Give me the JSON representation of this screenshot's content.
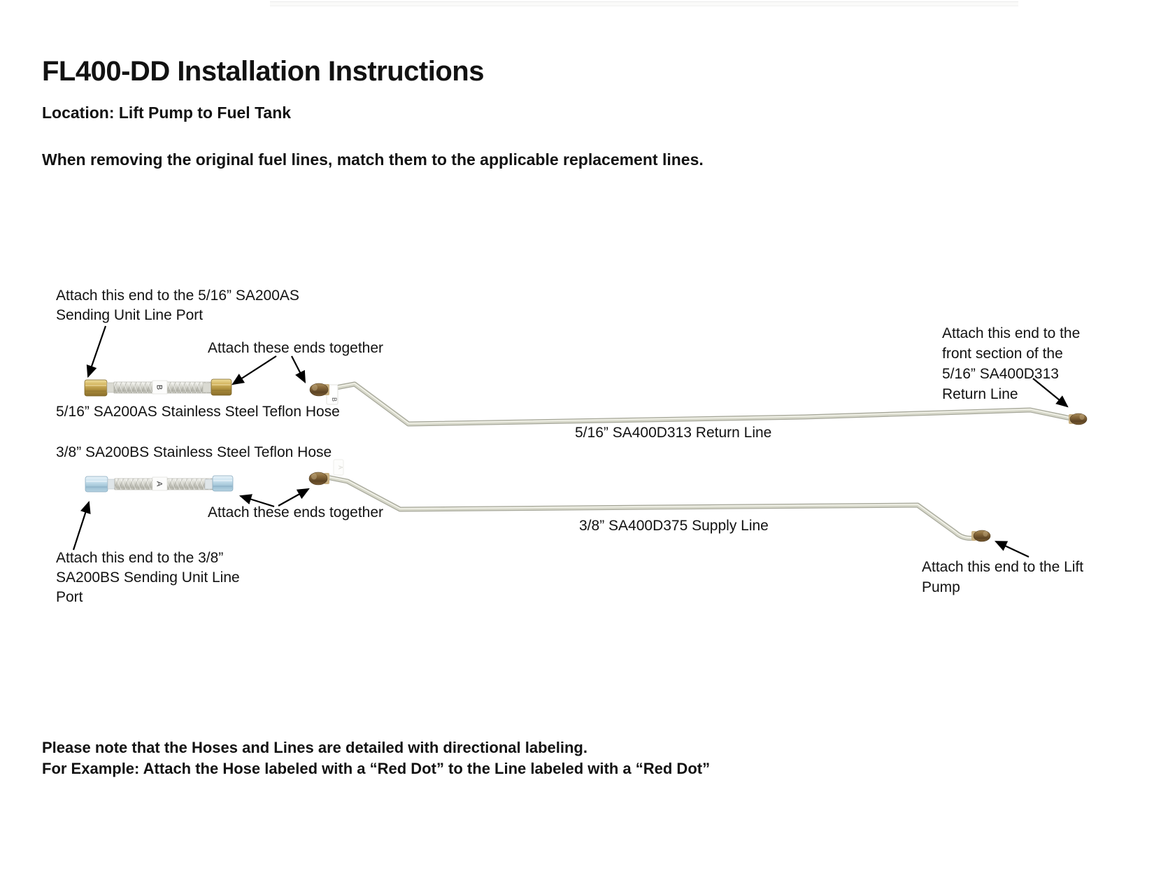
{
  "page": {
    "title": "FL400-DD Installation Instructions",
    "location_line": "Location: Lift Pump to Fuel Tank",
    "intro_line": "When removing the original fuel lines, match them to the applicable replacement lines.",
    "footer_note_1": "Please note that the Hoses and Lines are detailed with directional labeling.",
    "footer_note_2": "For Example: Attach the Hose labeled with a “Red Dot” to the Line labeled with a “Red Dot”"
  },
  "diagram": {
    "hose_b_label": "5/16” SA200AS Stainless Steel Teflon Hose",
    "hose_a_label": "3/8” SA200BS Stainless Steel Teflon Hose",
    "return_line_label": "5/16” SA400D313 Return Line",
    "supply_line_label": "3/8” SA400D375 Supply Line",
    "hose_b_tag": "B",
    "hose_a_tag": "A",
    "return_line_tag": "B",
    "supply_line_tag": "A",
    "annotations": {
      "attach_sending_516": "Attach this end to the 5/16” SA200AS\nSending Unit Line Port",
      "attach_together_top": "Attach these ends together",
      "attach_together_bottom": "Attach these ends together",
      "attach_sending_38": "Attach this end to the 3/8”\nSA200BS Sending Unit Line\nPort",
      "attach_front_section": "Attach this end to the\nfront section of the\n5/16” SA400D313\nReturn Line",
      "attach_lift_pump": "Attach this end to the Lift\nPump"
    },
    "colors": {
      "text": "#121212",
      "tube": "#c9cabc",
      "brass_fitting": "#c7a44b",
      "bronze_fitting": "#6f5430",
      "blue_fitting": "#c3dbe9"
    }
  }
}
